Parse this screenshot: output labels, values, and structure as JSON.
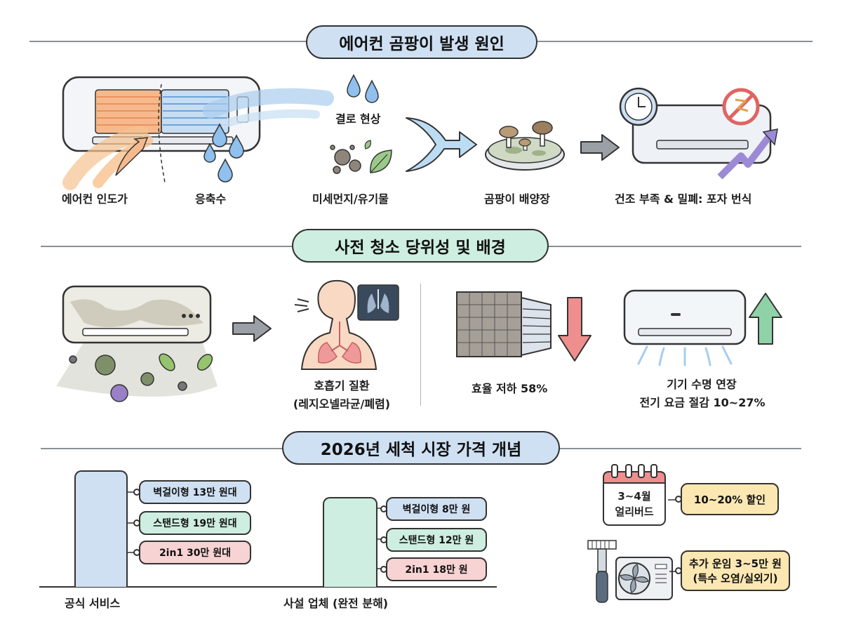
{
  "colors": {
    "pill_blue": "#cfe0f3",
    "pill_green": "#cdeee0",
    "tag_blue": "#cfe0f3",
    "tag_green": "#cdeee0",
    "tag_pink": "#f8d3d3",
    "tag_yellow": "#fbe7b2",
    "bar_blue": "#cfe0f3",
    "bar_green": "#cdeee0",
    "arrow_red": "#ef8e8e",
    "arrow_green": "#8fd2a8"
  },
  "section1": {
    "title": "에어컨 곰팡이 발생 원인",
    "labels": {
      "ac_intake": "에어컨 인도가",
      "condensate": "응축수",
      "condensation": "결로 현상",
      "dust": "미세먼지/유기물",
      "mold_culture": "곰팡이 배양장",
      "spore": "건조 부족 & 밀폐: 포자 번식"
    }
  },
  "section2": {
    "title": "사전 청소 당위성 및 배경",
    "labels": {
      "disease_line1": "호흡기 질환",
      "disease_line2": "(레지오넬라균/폐렴)",
      "efficiency": "효율 저하 58%",
      "lifespan_line1": "기기 수명 연장",
      "lifespan_line2": "전기 요금 절감 10~27%"
    }
  },
  "section3": {
    "title": "2026년 세척 시장 가격 개념",
    "official": {
      "label": "공식 서비스",
      "tags": [
        "벽걸이형 13만 원대",
        "스탠드형 19만 원대",
        "2in1 30만 원대"
      ]
    },
    "private": {
      "label": "사설 업체 (완전 분해)",
      "tags": [
        "벽걸이형 8만 원",
        "스탠드형 12만 원",
        "2in1 18만 원"
      ]
    },
    "early_bird": {
      "calendar_line1": "3~4월",
      "calendar_line2": "얼리버드",
      "discount": "10~20% 할인"
    },
    "extra": {
      "line1": "추가 운임 3~5만 원",
      "line2": "(특수 오염/실외기)"
    }
  }
}
